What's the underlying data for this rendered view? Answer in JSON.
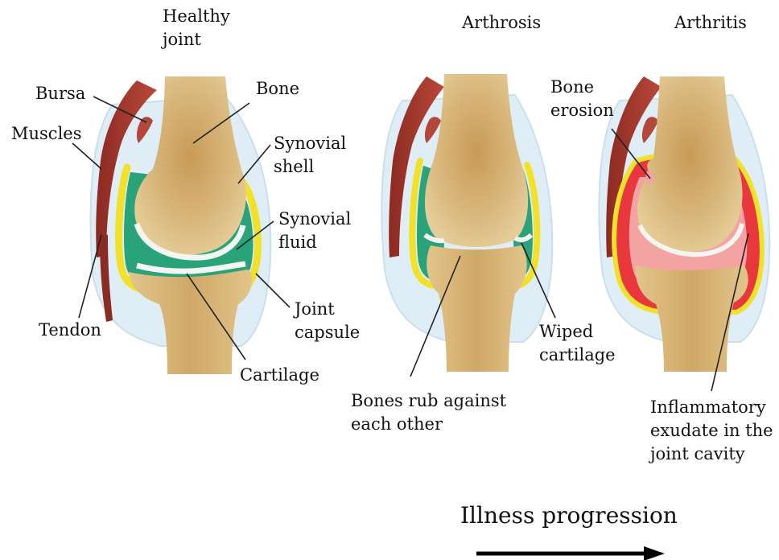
{
  "panels": [
    {
      "title_lines": [
        "Healthy",
        "joint"
      ]
    },
    {
      "title_lines": [
        "Arthrosis"
      ]
    },
    {
      "title_lines": [
        "Arthritis"
      ]
    }
  ],
  "labels": {
    "bursa": "Bursa",
    "muscles": "Muscles",
    "tendon": "Tendon",
    "bone": "Bone",
    "synovial_shell": [
      "Synovial",
      "shell"
    ],
    "synovial_fluid": [
      "Synovial",
      "fluid"
    ],
    "joint_capsule": [
      "Joint",
      "capsule"
    ],
    "cartilage": "Cartilage",
    "bones_rub": [
      "Bones rub against",
      "each other"
    ],
    "wiped_cartilage": [
      "Wiped",
      "cartilage"
    ],
    "bone_erosion": [
      "Bone",
      "erosion"
    ],
    "inflammatory_exudate": [
      "Inflammatory",
      "exudate in the",
      "joint cavity"
    ]
  },
  "footer": {
    "progression_label": "Illness progression"
  },
  "colors": {
    "bone": "#d6b67a",
    "muscle": "#a43a2f",
    "capsule_fluid": "#d7e9f2",
    "synovial_shell": "#f2e12b",
    "synovial_fluid": "#2aa37a",
    "cartilage": "#eef3ee",
    "inflamed": "#e8383d",
    "arrow": "#000000"
  }
}
